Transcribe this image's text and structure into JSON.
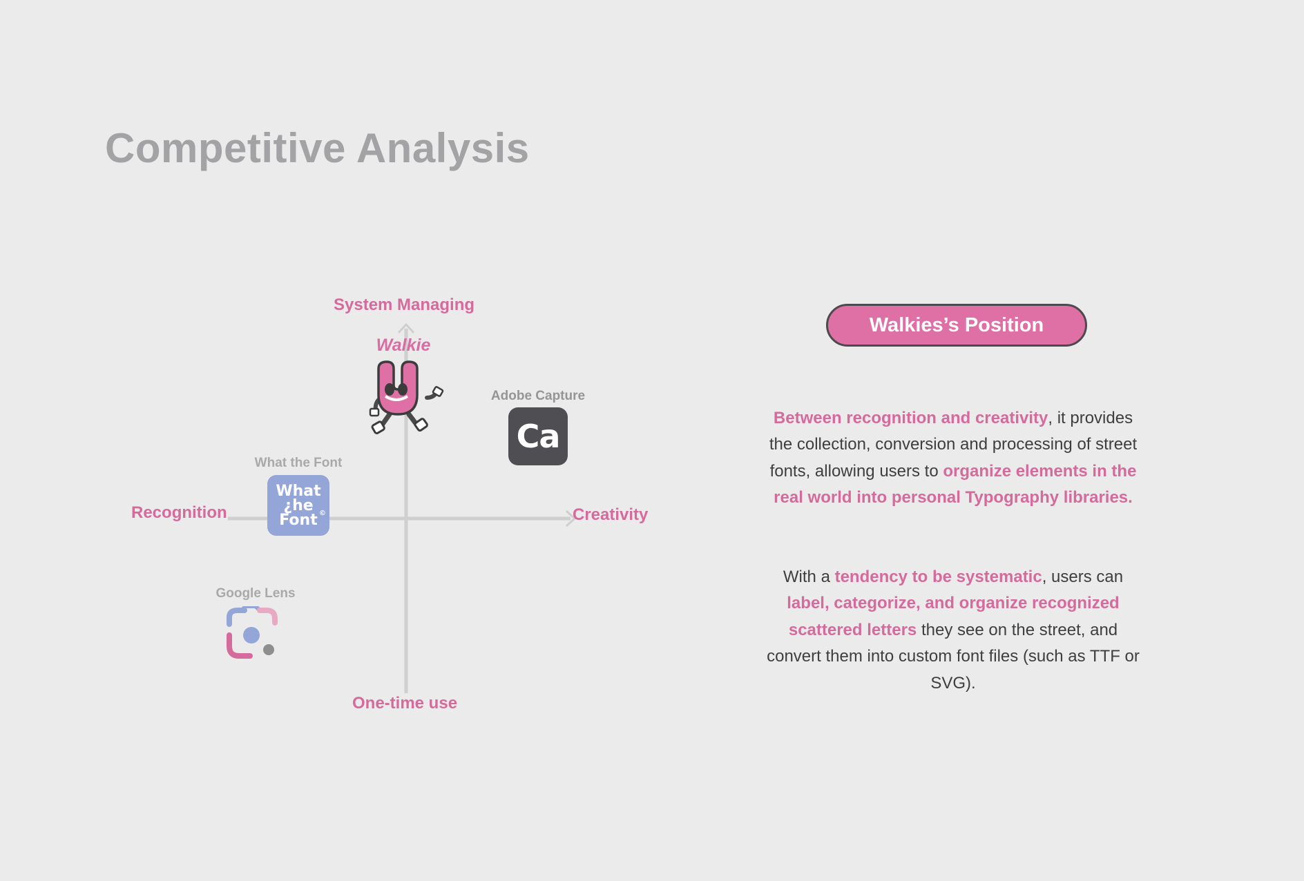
{
  "page": {
    "title": "Competitive Analysis"
  },
  "matrix": {
    "axes": {
      "top": "System Managing",
      "bottom": "One-time use",
      "left": "Recognition",
      "right": "Creativity"
    },
    "products": {
      "walkie": {
        "label": "Walkie",
        "icon": "walkie-mascot-icon"
      },
      "adobe_capture": {
        "label": "Adobe Capture",
        "icon_text": "Ca"
      },
      "what_the_font": {
        "label": "What the Font",
        "icon_lines": [
          "What",
          "¿he",
          "Font"
        ],
        "icon_mark": "©"
      },
      "google_lens": {
        "label": "Google Lens",
        "icon": "google-lens-icon"
      }
    },
    "colors": {
      "accent": "#d56a9c",
      "axis": "#cfcfcf",
      "adobe": "#4f4e52",
      "wtf": "#94a6d7"
    }
  },
  "position": {
    "badge": "Walkies’s Position",
    "para1": {
      "hl1": "Between recognition and creativity",
      "t1": ", it provides the collection, conversion and processing of street fonts, allowing users to ",
      "hl2": "organize elements in the real world into personal Typography libraries."
    },
    "para2": {
      "t1": "With a ",
      "hl1": "tendency to be systematic",
      "t2": ", users can ",
      "hl2": "label, categorize, and organize recognized scattered letters",
      "t3": " they see on the street, and convert them into custom font files (such as TTF or SVG)."
    }
  }
}
